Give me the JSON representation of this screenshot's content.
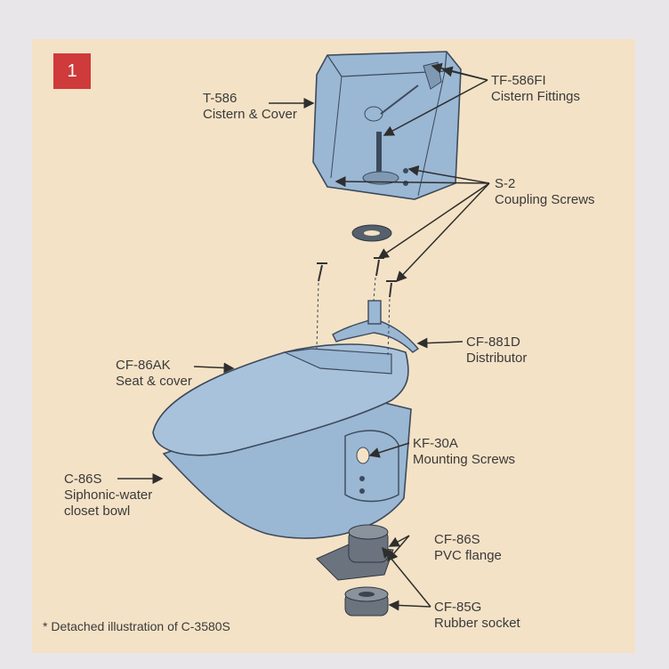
{
  "figure": {
    "number": "1",
    "footnote": "* Detached illustration of C-3580S"
  },
  "parts": [
    {
      "code": "T-586",
      "desc": "Cistern & Cover"
    },
    {
      "code": "TF-586FI",
      "desc": "Cistern Fittings"
    },
    {
      "code": "S-2",
      "desc": "Coupling Screws"
    },
    {
      "code": "CF-881D",
      "desc": "Distributor"
    },
    {
      "code": "CF-86AK",
      "desc": "Seat & cover"
    },
    {
      "code": "KF-30A",
      "desc": "Mounting Screws"
    },
    {
      "code": "C-86S",
      "desc": "Siphonic-water",
      "desc2": "closet bowl"
    },
    {
      "code": "CF-86S",
      "desc": "PVC flange"
    },
    {
      "code": "CF-85G",
      "desc": "Rubber socket"
    }
  ],
  "colors": {
    "page": "#f4e2c6",
    "part_fill": "#9ab7d3",
    "outline": "#3c4a5c",
    "badge": "#cf3a3a",
    "text": "#3a3a3a"
  }
}
